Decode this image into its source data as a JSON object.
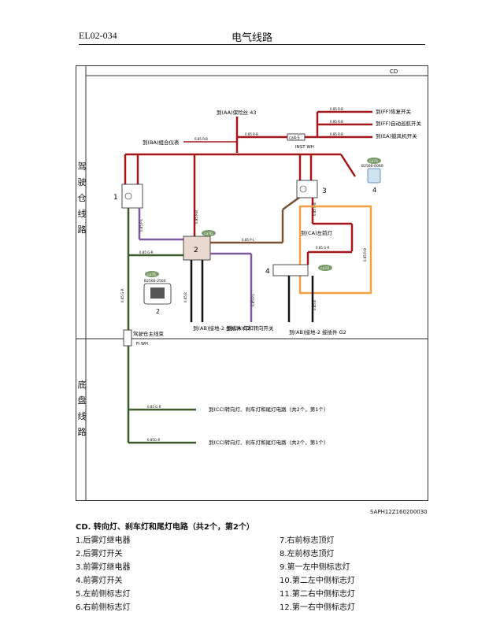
{
  "header": {
    "code": "EL02-034",
    "title": "电气线路"
  },
  "section_code": "CD",
  "regions": {
    "cab": "驾驶仓线路",
    "chassis": "底盘线路"
  },
  "connectors": {
    "c2_label": "ca76",
    "c2_part": "B2560-2560",
    "c4_label": "ca74",
    "c4_part": "B2560-6060",
    "c3_label": "ca74",
    "c5_label": "ca76",
    "c6_label": "ca4:5",
    "n1": "1",
    "n2": "2",
    "n3": "3",
    "n4": "4",
    "n2b": "2",
    "n4b": "4"
  },
  "refs": {
    "fuse": "到(AA)保险丝 43",
    "combo": "到(BA)组合仪表",
    "rr1": "到(FF)恢复开关",
    "rr2": "到(FF)自动巡航开关",
    "rr3": "到(EA)鼓风机开关",
    "left_lamp": "到(CA)左前灯",
    "ground_left": "到(AB)接地-2 接插件 G2",
    "lamp_sw": "到(CA)灯和转向开关",
    "ground_right": "到(AB)接地-2 接插件 G2",
    "cab_harness": "驾驶仓主线束",
    "fr_wh": "Fr WH",
    "inst_wh": "INST WH",
    "chassis1": "到(CC)转向灯、刹车灯和尾灯电路（共2个，第1个）",
    "chassis2": "到(CC)转向灯、刹车灯和尾灯电路（共2个，第1个）"
  },
  "wires": {
    "w_fuse": "0.85 R-B",
    "w_combo": "0.85 R-B",
    "w_rr1": "0.85 R-B",
    "w_rr2": "0.85 R-B",
    "w_rr3": "0.85 R-B",
    "w_left_v": "0.85 R-B",
    "w_mid_v": "0.85 R-B",
    "w_right_v": "0.85 R-B",
    "w_b1": "0.85 B",
    "w_b2": "0.85 B",
    "w_vl": "0.85 P-L",
    "w_vr": "0.85 P-L",
    "w_gr1": "0.85 G-R",
    "w_gr2": "0.85 G-R",
    "w_ch1": "0.85 G-R",
    "w_ch2": "0.85G-R",
    "w_mid_h": "0.85 P-L",
    "w_orange": "0.85 R-B",
    "w_right2": "0.85 G-R"
  },
  "footer_code": "SAPH12Z160200030",
  "caption": "CD. 转向灯、刹车灯和尾灯电路（共2个，第2个）",
  "legend_left": [
    "1.后雾灯继电器",
    "2.后雾灯开关",
    "3.前雾灯继电器",
    "4.前雾灯开关",
    "5.左前侧标志灯",
    "6.右前侧标志灯"
  ],
  "legend_right": [
    "7.右前标志顶灯",
    "8.左前标志顶灯",
    "9.第一左中侧标志灯",
    "10.第二左中侧标志灯",
    "11.第二右中侧标志灯",
    "12.第一右中侧标志灯"
  ],
  "colors": {
    "red": "#a4161a",
    "green": "#3c5a2a",
    "purple": "#7c5a9a",
    "brown": "#7a5230",
    "orange": "#f0a040"
  }
}
